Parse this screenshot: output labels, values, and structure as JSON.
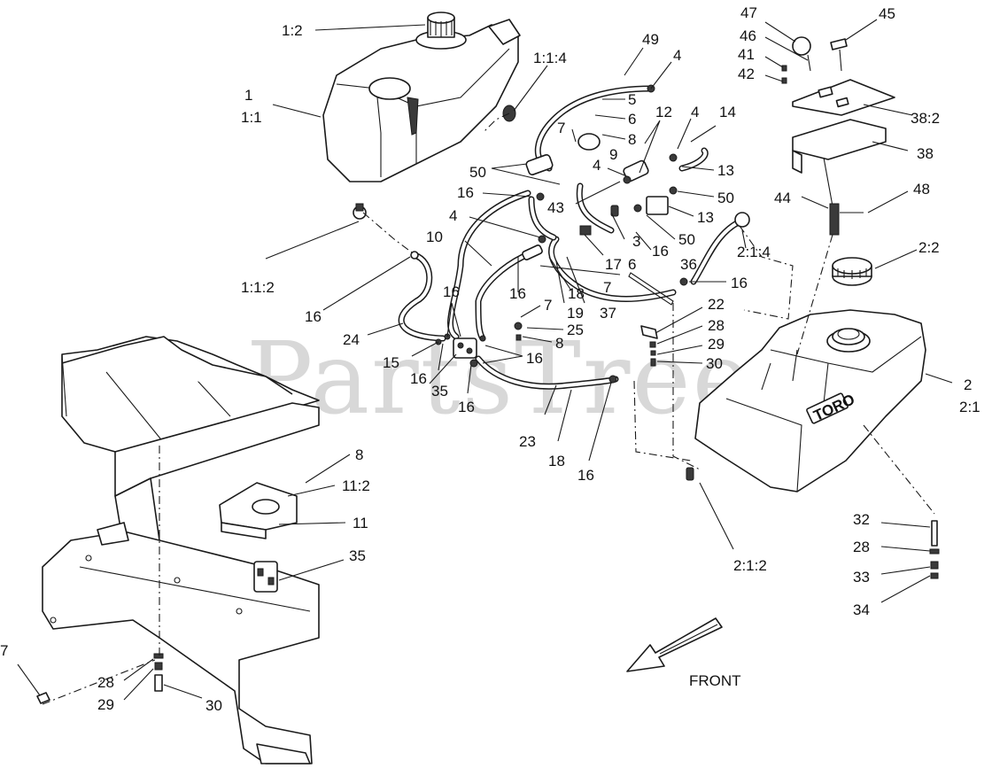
{
  "watermark": "PartsTree",
  "direction_label": "FRONT",
  "brand_logo_text": "TORO",
  "callouts": {
    "c_1_2": "1:2",
    "c_1a": "1",
    "c_1_1": "1:1",
    "c_1_1_4": "1:1:4",
    "c_49": "49",
    "c_4a": "4",
    "c_5": "5",
    "c_6a": "6",
    "c_7a": "7",
    "c_8a": "8",
    "c_9": "9",
    "c_12": "12",
    "c_4b": "4",
    "c_14": "14",
    "c_50a": "50",
    "c_4c": "4",
    "c_13a": "13",
    "c_16a": "16",
    "c_43": "43",
    "c_50b": "50",
    "c_13b": "13",
    "c_4d": "4",
    "c_3": "3",
    "c_50c": "50",
    "c_10": "10",
    "c_16b": "16",
    "c_17": "17",
    "c_6b": "6",
    "c_36": "36",
    "c_2_1_4": "2:1:4",
    "c_1_1_2": "1:1:2",
    "c_16c": "16",
    "c_18a": "18",
    "c_7b": "7",
    "c_16d": "16",
    "c_16e": "16",
    "c_19": "19",
    "c_37": "37",
    "c_22": "22",
    "c_16f": "16",
    "c_7c": "7",
    "c_28a": "28",
    "c_24": "24",
    "c_25": "25",
    "c_29a": "29",
    "c_8b": "8",
    "c_15": "15",
    "c_16g": "16",
    "c_30a": "30",
    "c_16h": "16",
    "c_35a": "35",
    "c_16i": "16",
    "c_23": "23",
    "c_18b": "18",
    "c_16j": "16",
    "c_8c": "8",
    "c_11_2": "11:2",
    "c_11": "11",
    "c_35b": "35",
    "c_2_1_2": "2:1:2",
    "c_2a": "2",
    "c_2_1": "2:1",
    "c_2_2": "2:2",
    "c_47": "47",
    "c_45": "45",
    "c_46": "46",
    "c_41": "41",
    "c_42": "42",
    "c_38_2": "38:2",
    "c_38": "38",
    "c_44": "44",
    "c_48": "48",
    "c_32": "32",
    "c_28b": "28",
    "c_33": "33",
    "c_34": "34",
    "c_7d": "7",
    "c_28c": "28",
    "c_29b": "29",
    "c_30b": "30"
  }
}
